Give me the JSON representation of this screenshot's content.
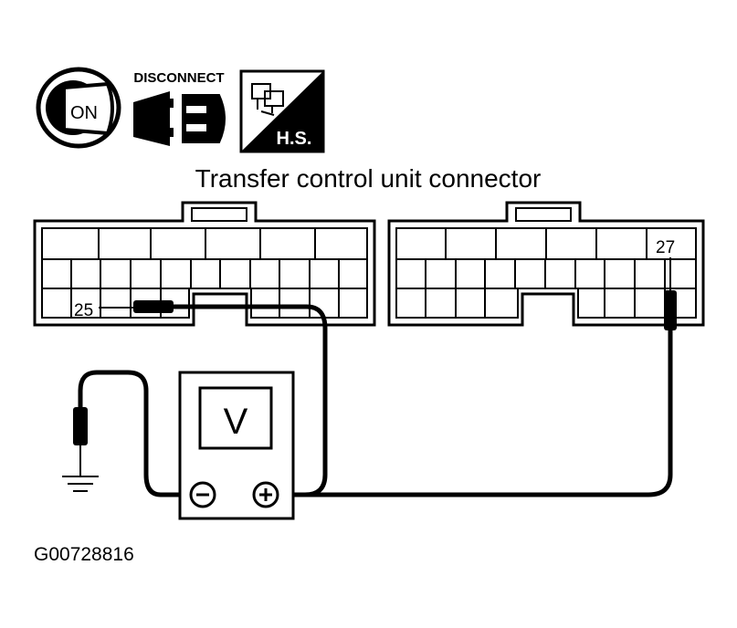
{
  "icons": {
    "ignition_label": "ON",
    "disconnect_label": "DISCONNECT",
    "harness_label": "H.S."
  },
  "title": "Transfer control unit connector",
  "connector": {
    "left_pin_label": "25",
    "right_pin_label": "27"
  },
  "meter": {
    "display_label": "V",
    "neg_symbol": "⊖",
    "pos_symbol": "⊕"
  },
  "figure_id": "G00728816"
}
